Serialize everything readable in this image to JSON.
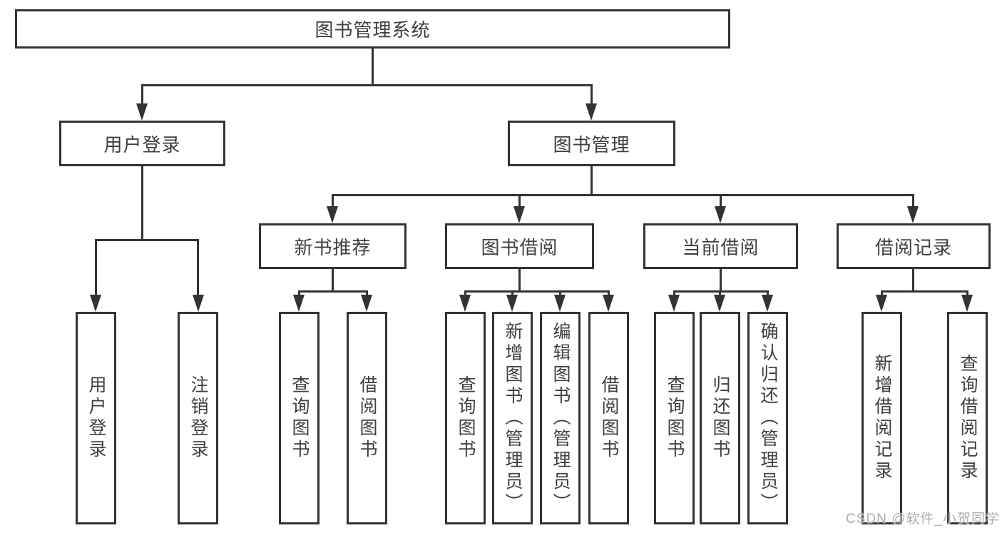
{
  "diagram_title": "图书管理系统",
  "watermark": "CSDN @软件_小贺同学",
  "colors": {
    "line": "#333333",
    "text": "#3f3f3f",
    "background": "#ffffff",
    "watermark": "#aeaeb1"
  },
  "tree": {
    "label": "图书管理系统",
    "children": [
      {
        "label": "用户登录",
        "children": [
          {
            "label": "用户登录"
          },
          {
            "label": "注销登录"
          }
        ]
      },
      {
        "label": "图书管理",
        "children": [
          {
            "label": "新书推荐",
            "children": [
              {
                "label": "查询图书"
              },
              {
                "label": "借阅图书"
              }
            ]
          },
          {
            "label": "图书借阅",
            "children": [
              {
                "label": "查询图书"
              },
              {
                "label": "新增图书（管理员）"
              },
              {
                "label": "编辑图书（管理员）"
              },
              {
                "label": "借阅图书"
              }
            ]
          },
          {
            "label": "当前借阅",
            "children": [
              {
                "label": "查询图书"
              },
              {
                "label": "归还图书"
              },
              {
                "label": "确认归还（管理员）"
              }
            ]
          },
          {
            "label": "借阅记录",
            "children": [
              {
                "label": "新增借阅记录"
              },
              {
                "label": "查询借阅记录"
              }
            ]
          }
        ]
      }
    ]
  }
}
